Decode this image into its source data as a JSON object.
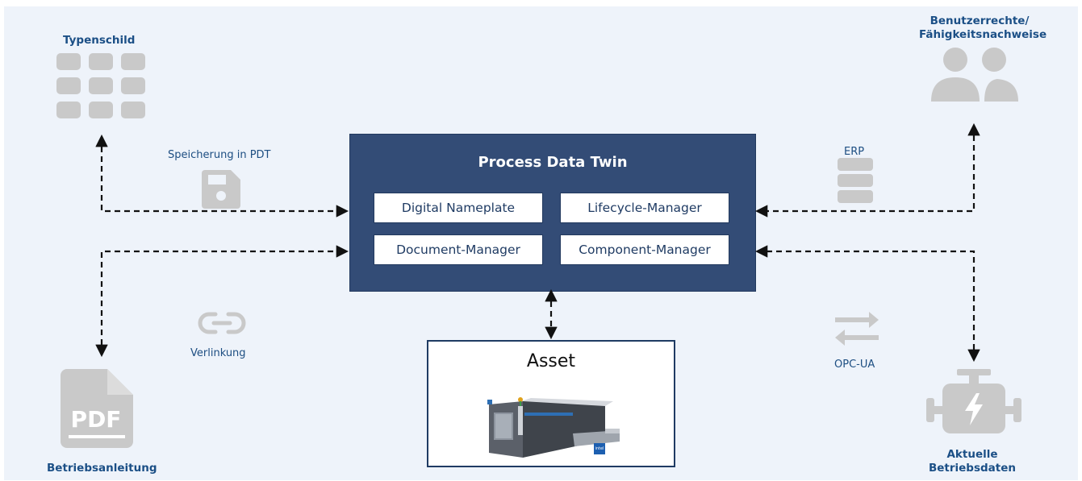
{
  "center": {
    "title": "Process Data Twin",
    "modules": [
      "Digital Nameplate",
      "Lifecycle-Manager",
      "Document-Manager",
      "Component-Manager"
    ]
  },
  "asset": {
    "title": "Asset",
    "badge": "intel"
  },
  "nodes": {
    "typenschild": "Typenschild",
    "benutzerrechte_line1": "Benutzerrechte/",
    "benutzerrechte_line2": "Fähigkeitsnachweise",
    "betriebsanleitung": "Betriebsanleitung",
    "aktuelle_line1": "Aktuelle",
    "aktuelle_line2": "Betriebsdaten"
  },
  "edge_labels": {
    "speicherung": "Speicherung in PDT",
    "erp": "ERP",
    "verlinkung": "Verlinkung",
    "opcua": "OPC-UA"
  },
  "pdf_icon_text": "PDF",
  "colors": {
    "panel": "#334c76",
    "label": "#1d4e82",
    "icon_gray": "#c9c9c9",
    "background": "#eef3fa"
  }
}
